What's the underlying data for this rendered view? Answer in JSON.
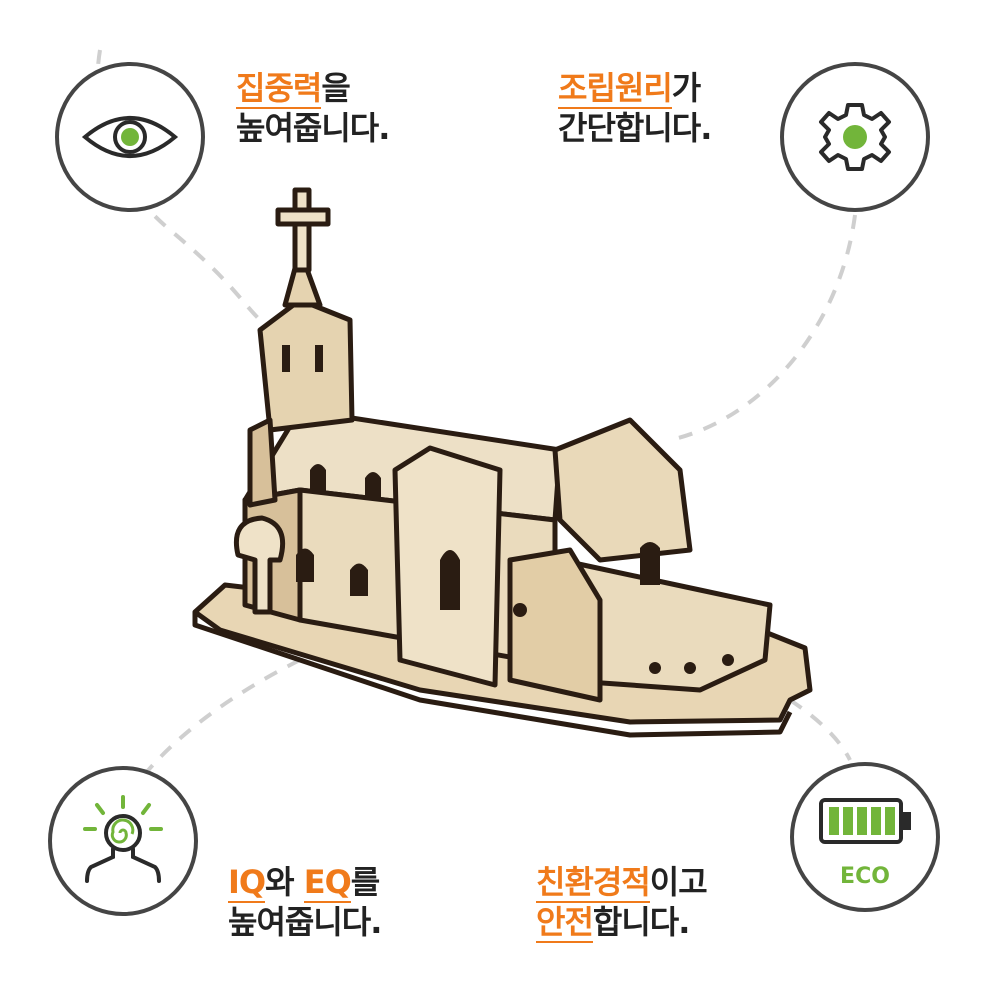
{
  "features": [
    {
      "id": "focus",
      "icon": "eye-icon",
      "line1_highlight": "집중력",
      "line1_rest": "을",
      "line2": "높여줍니다."
    },
    {
      "id": "assembly",
      "icon": "gear-icon",
      "line1_highlight": "조립원리",
      "line1_rest": "가",
      "line2": "간단합니다."
    },
    {
      "id": "iq-eq",
      "icon": "mind-glow-icon",
      "line1_parts": [
        "IQ",
        "와 ",
        "EQ",
        "를"
      ],
      "line2": "높여줍니다."
    },
    {
      "id": "eco",
      "icon": "battery-icon",
      "line1_highlight": "친환경적",
      "line1_rest": "이고",
      "line2_highlight": "안전",
      "line2_rest": "합니다."
    }
  ],
  "eco_badge": "ECO",
  "colors": {
    "accent": "#f07a1a",
    "icon_green": "#72b53a",
    "ring": "#454545",
    "dash": "#cccccc",
    "wood": "#e8d6b4",
    "wood_dark": "#2a1c12"
  }
}
